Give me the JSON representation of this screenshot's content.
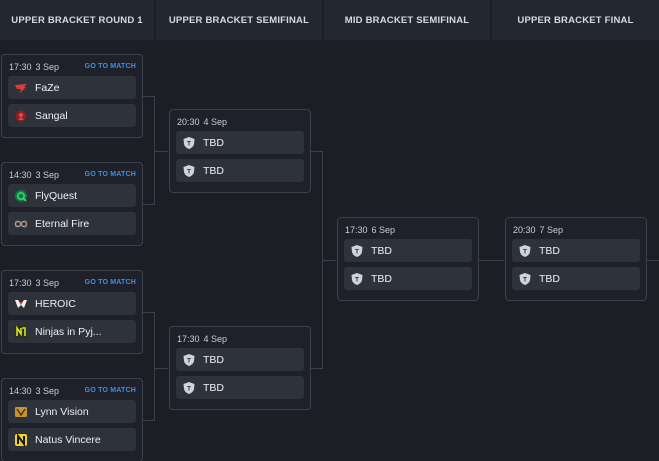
{
  "columns": [
    "UPPER BRACKET ROUND 1",
    "UPPER BRACKET SEMIFINAL",
    "MID BRACKET SEMIFINAL",
    "UPPER BRACKET FINAL"
  ],
  "goto_label": "GO TO MATCH",
  "round1": [
    {
      "time": "17:30",
      "date": "3 Sep",
      "teams": [
        {
          "name": "FaZe",
          "logo": "faze-logo"
        },
        {
          "name": "Sangal",
          "logo": "sangal-logo"
        }
      ]
    },
    {
      "time": "14:30",
      "date": "3 Sep",
      "teams": [
        {
          "name": "FlyQuest",
          "logo": "flyquest-logo"
        },
        {
          "name": "Eternal Fire",
          "logo": "eternal-fire-logo"
        }
      ]
    },
    {
      "time": "17:30",
      "date": "3 Sep",
      "teams": [
        {
          "name": "HEROIC",
          "logo": "heroic-logo"
        },
        {
          "name": "Ninjas in Pyj...",
          "logo": "nip-logo"
        }
      ]
    },
    {
      "time": "14:30",
      "date": "3 Sep",
      "teams": [
        {
          "name": "Lynn Vision",
          "logo": "lynn-vision-logo"
        },
        {
          "name": "Natus Vincere",
          "logo": "navi-logo"
        }
      ]
    }
  ],
  "semifinal": [
    {
      "time": "20:30",
      "date": "4 Sep",
      "teams": [
        {
          "name": "TBD",
          "logo": "tbd-shield-icon"
        },
        {
          "name": "TBD",
          "logo": "tbd-shield-icon"
        }
      ]
    },
    {
      "time": "17:30",
      "date": "4 Sep",
      "teams": [
        {
          "name": "TBD",
          "logo": "tbd-shield-icon"
        },
        {
          "name": "TBD",
          "logo": "tbd-shield-icon"
        }
      ]
    }
  ],
  "mid_semifinal": [
    {
      "time": "17:30",
      "date": "6 Sep",
      "teams": [
        {
          "name": "TBD",
          "logo": "tbd-shield-icon"
        },
        {
          "name": "TBD",
          "logo": "tbd-shield-icon"
        }
      ]
    }
  ],
  "final": [
    {
      "time": "20:30",
      "date": "7 Sep",
      "teams": [
        {
          "name": "TBD",
          "logo": "tbd-shield-icon"
        },
        {
          "name": "TBD",
          "logo": "tbd-shield-icon"
        }
      ]
    }
  ],
  "colors": {
    "background": "#1b1e25",
    "header": "#23272f",
    "team_row": "#2e323b",
    "border": "#3b404b",
    "link": "#3d8ef0"
  }
}
